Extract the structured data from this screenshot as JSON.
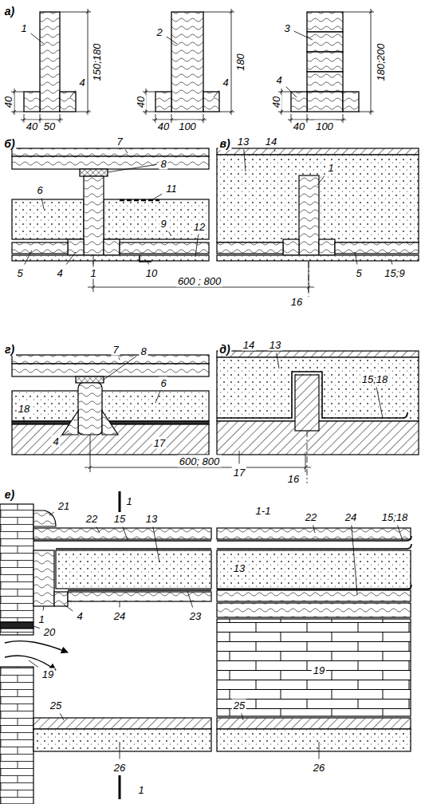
{
  "diagram": {
    "labels": [
      "а)",
      "1",
      "4",
      "40",
      "40",
      "50",
      "150;180",
      "2",
      "4",
      "40",
      "40",
      "100",
      "180",
      "3",
      "4",
      "40",
      "40",
      "100",
      "180;200",
      "б)",
      "7",
      "8",
      "6",
      "11",
      "9",
      "12",
      "5",
      "4",
      "1",
      "10",
      "600 ; 800",
      "в)",
      "13",
      "14",
      "1",
      "16",
      "5",
      "15;9",
      "г)",
      "7",
      "8",
      "6",
      "18",
      "4",
      "17",
      "600; 800",
      "д)",
      "14",
      "13",
      "15;18",
      "17",
      "16",
      "е)",
      "1",
      "21",
      "22",
      "15",
      "13",
      "1-1",
      "22",
      "24",
      "15;18",
      "13",
      "1",
      "4",
      "24",
      "23",
      "20",
      "19",
      "19",
      "25",
      "25",
      "26",
      "26",
      "1"
    ]
  }
}
